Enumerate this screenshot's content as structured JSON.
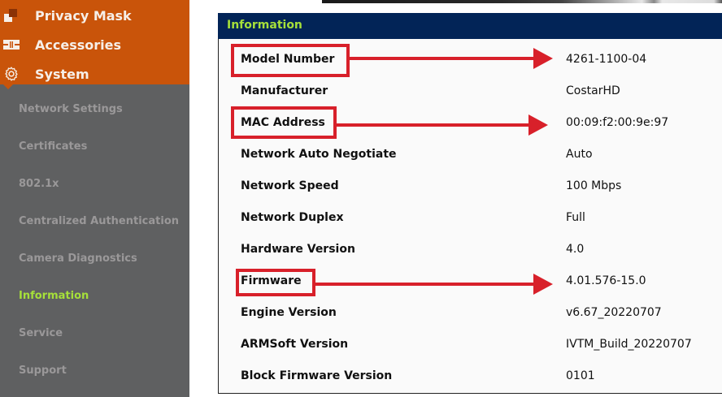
{
  "sidebar": {
    "main_items": [
      {
        "label": "Privacy Mask",
        "icon": "privacy-mask-icon"
      },
      {
        "label": "Accessories",
        "icon": "accessories-icon"
      },
      {
        "label": "System",
        "icon": "gear-icon"
      }
    ],
    "sub_items": [
      {
        "label": "Network Settings",
        "active": false
      },
      {
        "label": "Certificates",
        "active": false
      },
      {
        "label": "802.1x",
        "active": false
      },
      {
        "label": "Centralized Authentication",
        "active": false
      },
      {
        "label": "Camera Diagnostics",
        "active": false
      },
      {
        "label": "Information",
        "active": true
      },
      {
        "label": "Service",
        "active": false
      },
      {
        "label": "Support",
        "active": false
      }
    ]
  },
  "panel": {
    "title": "Information",
    "rows": [
      {
        "label": "Model Number",
        "value": "4261-1100-04",
        "highlighted": true
      },
      {
        "label": "Manufacturer",
        "value": "CostarHD",
        "highlighted": false
      },
      {
        "label": "MAC Address",
        "value": "00:09:f2:00:9e:97",
        "highlighted": true
      },
      {
        "label": "Network Auto Negotiate",
        "value": "Auto",
        "highlighted": false
      },
      {
        "label": "Network Speed",
        "value": "100 Mbps",
        "highlighted": false
      },
      {
        "label": "Network Duplex",
        "value": "Full",
        "highlighted": false
      },
      {
        "label": "Hardware Version",
        "value": "4.0",
        "highlighted": false
      },
      {
        "label": "Firmware",
        "value": "4.01.576-15.0",
        "highlighted": true
      },
      {
        "label": "Engine Version",
        "value": "v6.67_20220707",
        "highlighted": false
      },
      {
        "label": "ARMSoft Version",
        "value": "IVTM_Build_20220707",
        "highlighted": false
      },
      {
        "label": "Block Firmware Version",
        "value": "0101",
        "highlighted": false
      }
    ]
  },
  "colors": {
    "sidebar_orange": "#c9540a",
    "sidebar_gray": "#5f6061",
    "active_green": "#a6e03a",
    "header_navy": "#022457",
    "annotation_red": "#d8202a"
  }
}
